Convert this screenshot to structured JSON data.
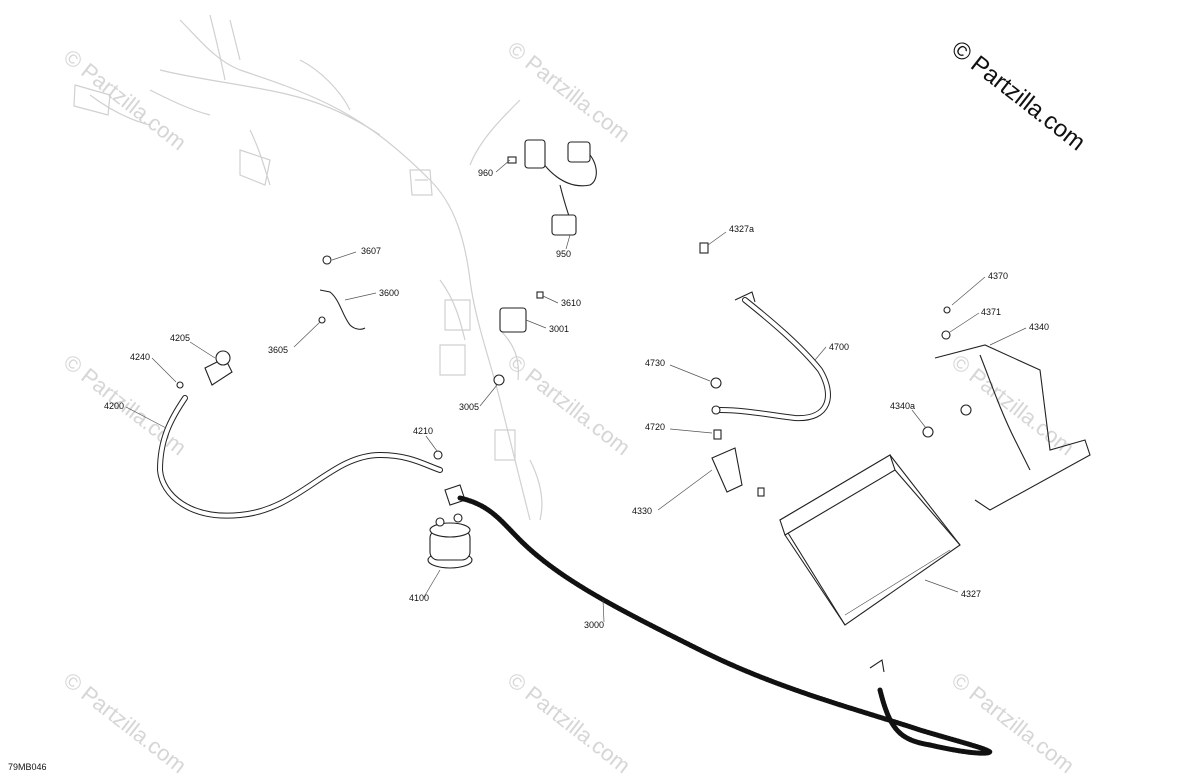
{
  "copyright": "© Partzilla.com",
  "watermark_text": "© Partzilla.com",
  "diagram_code": "79MB046",
  "callouts": [
    {
      "id": "960",
      "text": "960"
    },
    {
      "id": "950",
      "text": "950"
    },
    {
      "id": "3607",
      "text": "3607"
    },
    {
      "id": "3600",
      "text": "3600"
    },
    {
      "id": "3605",
      "text": "3605"
    },
    {
      "id": "3610",
      "text": "3610"
    },
    {
      "id": "3001",
      "text": "3001"
    },
    {
      "id": "3005",
      "text": "3005"
    },
    {
      "id": "4205",
      "text": "4205"
    },
    {
      "id": "4240",
      "text": "4240"
    },
    {
      "id": "4200",
      "text": "4200"
    },
    {
      "id": "4210",
      "text": "4210"
    },
    {
      "id": "4100",
      "text": "4100"
    },
    {
      "id": "3000",
      "text": "3000"
    },
    {
      "id": "4327a",
      "text": "4327a"
    },
    {
      "id": "4700",
      "text": "4700"
    },
    {
      "id": "4730",
      "text": "4730"
    },
    {
      "id": "4720",
      "text": "4720"
    },
    {
      "id": "4330",
      "text": "4330"
    },
    {
      "id": "4327",
      "text": "4327"
    },
    {
      "id": "4370",
      "text": "4370"
    },
    {
      "id": "4371",
      "text": "4371"
    },
    {
      "id": "4340",
      "text": "4340"
    },
    {
      "id": "4340a",
      "text": "4340a"
    }
  ]
}
